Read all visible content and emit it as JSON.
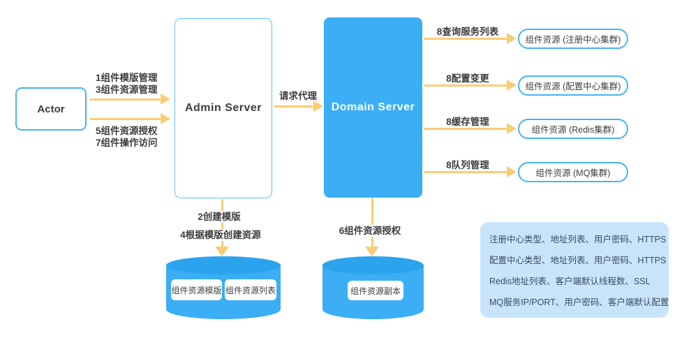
{
  "nodes": {
    "actor": {
      "label": "Actor"
    },
    "admin_server": {
      "label": "Admin Server"
    },
    "domain_server": {
      "label": "Domain Server"
    }
  },
  "edges": {
    "actor_admin_top": {
      "line1": "1组件模版管理",
      "line2": "3组件资源管理"
    },
    "actor_admin_bottom": {
      "line1": "5组件资源授权",
      "line2": "7组件操作访问"
    },
    "admin_domain": {
      "label": "请求代理"
    },
    "admin_db": {
      "line1": "2创建模版",
      "line2": "4根据模版创建资源"
    },
    "domain_db": {
      "label": "6组件资源授权"
    }
  },
  "right_flows": [
    {
      "label": "8查询服务列表",
      "target": "组件资源 (注册中心集群)"
    },
    {
      "label": "8配置变更",
      "target": "组件资源 (配置中心集群)"
    },
    {
      "label": "8缓存管理",
      "target": "组件资源 (Redis集群)"
    },
    {
      "label": "8队列管理",
      "target": "组件资源 (MQ集群)"
    }
  ],
  "databases": {
    "admin": {
      "item1": "组件资源模版",
      "item2": "组件资源列表"
    },
    "domain": {
      "item1": "组件资源副本"
    }
  },
  "info_panel": {
    "line1": "注册中心类型、地址列表、用户密码、HTTPS",
    "line2": "配置中心类型、地址列表、用户密码、HTTPS",
    "line3": "Redis地址列表、客户端默认线程数、SSL",
    "line4": "MQ服务IP/PORT、用户密码、客户端默认配置"
  },
  "colors": {
    "blue_fill": "#3BAEF5",
    "cylinder_top": "#2CA4ED",
    "blue_border": "#47B4F3",
    "arrow_yellow": "#F9CD75",
    "info_bg": "#C8E4FB",
    "text_dark": "#3d3d3d"
  }
}
